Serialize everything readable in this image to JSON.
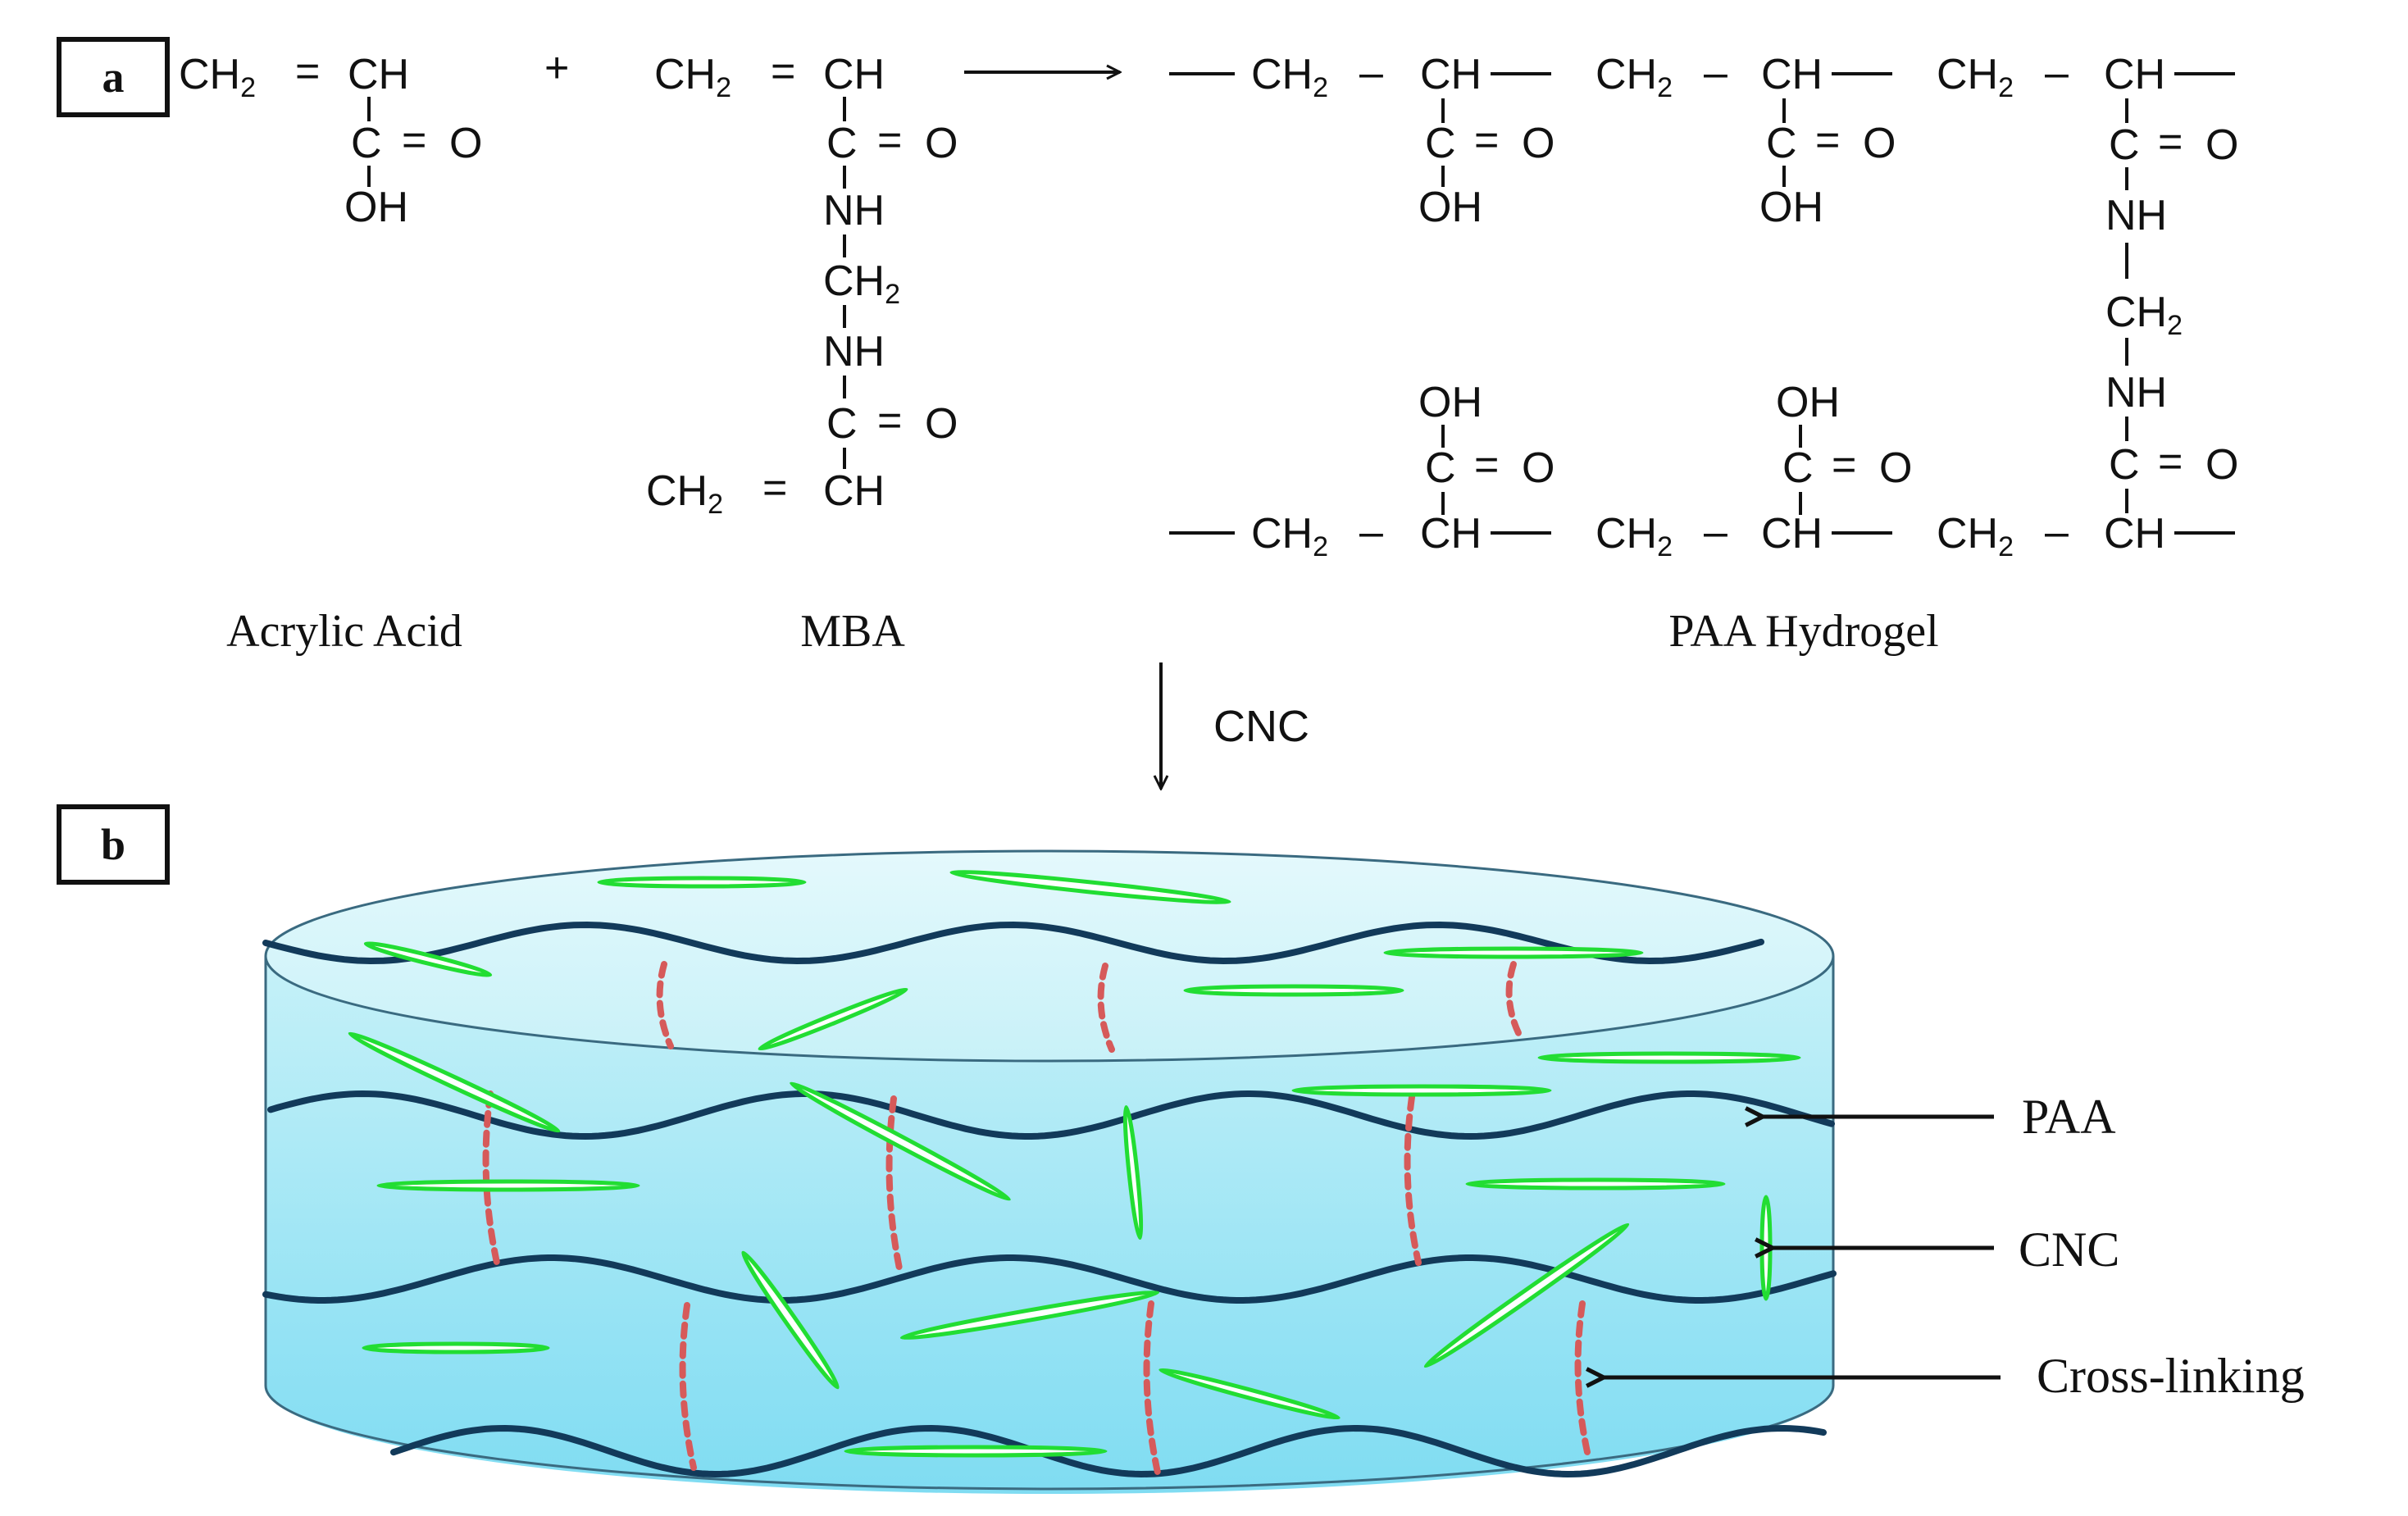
{
  "panel_labels": {
    "a": "a",
    "b": "b"
  },
  "reactants": {
    "acrylic_acid": {
      "caption": "Acrylic Acid",
      "ch2": "CH",
      "ch2_sub": "2",
      "dbl": "=",
      "ch": "CH",
      "c": "C",
      "o": "O",
      "oh": "OH"
    },
    "plus": "+",
    "mba": {
      "caption": "MBA",
      "ch2": "CH",
      "ch2_sub": "2",
      "dbl": "=",
      "ch": "CH",
      "c": "C",
      "o": "O",
      "nh": "NH",
      "ch2_mid": "CH",
      "ch2_mid_sub": "2"
    }
  },
  "product": {
    "caption": "PAA Hydrogel",
    "ch2": "CH",
    "ch2_sub": "2",
    "ch": "CH",
    "c": "C",
    "o": "O",
    "oh": "OH",
    "nh": "NH"
  },
  "process_arrow_label": "CNC",
  "legend": {
    "paa": "PAA",
    "cnc": "CNC",
    "crosslinking": "Cross-linking"
  },
  "colors": {
    "chain": "#123a5a",
    "crosslink": "#d65a5a",
    "cnc_rod": "#22dd33",
    "gel_top": "#d9f6fb",
    "gel_bottom": "#7fdcf2"
  }
}
